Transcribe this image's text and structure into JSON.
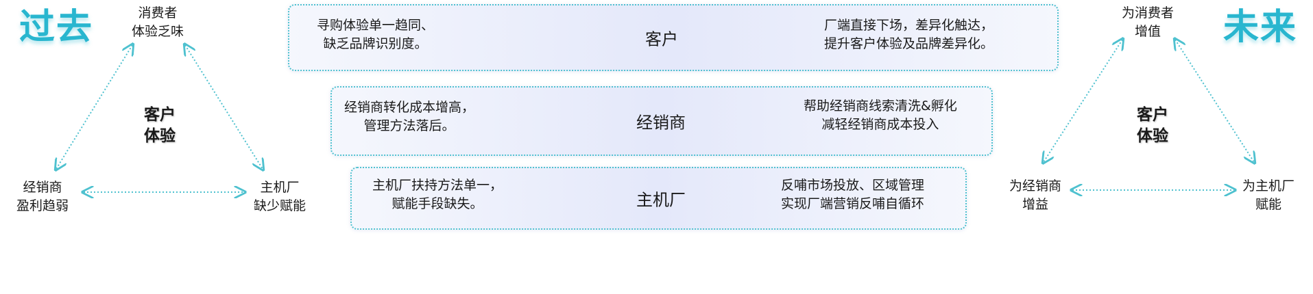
{
  "past": {
    "title": "过去",
    "consumer": [
      "消费者",
      "体验乏味"
    ],
    "dealer": [
      "经销商",
      "盈利趋弱"
    ],
    "oem": [
      "主机厂",
      "缺少赋能"
    ],
    "center": [
      "客户",
      "体验"
    ]
  },
  "future": {
    "title": "未来",
    "consumer": [
      "为消费者",
      "增值"
    ],
    "dealer": [
      "为经销商",
      "增益"
    ],
    "oem": [
      "为主机厂",
      "赋能"
    ],
    "center": [
      "客户",
      "体验"
    ]
  },
  "rows": [
    {
      "center": "客户",
      "left": [
        "寻购体验单一趋同、",
        "缺乏品牌识别度。"
      ],
      "right": [
        "厂端直接下场，差异化触达，",
        "提升客户体验及品牌差异化。"
      ]
    },
    {
      "center": "经销商",
      "left": [
        "经销商转化成本增高，",
        "管理方法落后。"
      ],
      "right": [
        "帮助经销商线索清洗&孵化",
        "减轻经销商成本投入"
      ]
    },
    {
      "center": "主机厂",
      "left": [
        "主机厂扶持方法单一，",
        "赋能手段缺失。"
      ],
      "right": [
        "反哺市场投放、区域管理",
        "实现厂端营销反哺自循环"
      ]
    }
  ],
  "colors": {
    "accent": "#29b6cf",
    "arrow": "#4ec1cf",
    "panel_border": "#4ec1cf"
  }
}
